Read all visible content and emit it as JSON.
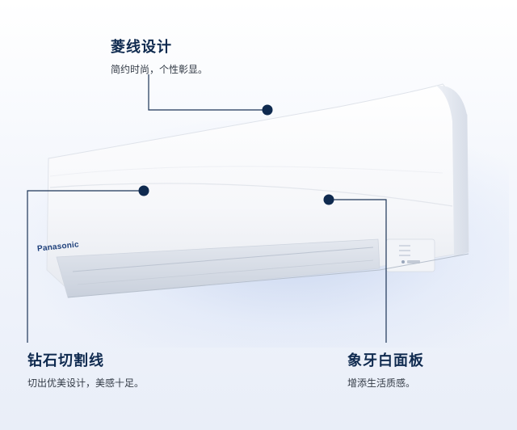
{
  "brand_logo": "Panasonic",
  "callouts": {
    "top": {
      "title": "菱线设计",
      "subtitle": "简约时尚，个性彰显。"
    },
    "left": {
      "title": "钻石切割线",
      "subtitle": "切出优美设计，美感十足。"
    },
    "right": {
      "title": "象牙白面板",
      "subtitle": "增添生活质感。"
    }
  },
  "colors": {
    "accent": "#0f2a4f",
    "line": "#1d3557"
  }
}
